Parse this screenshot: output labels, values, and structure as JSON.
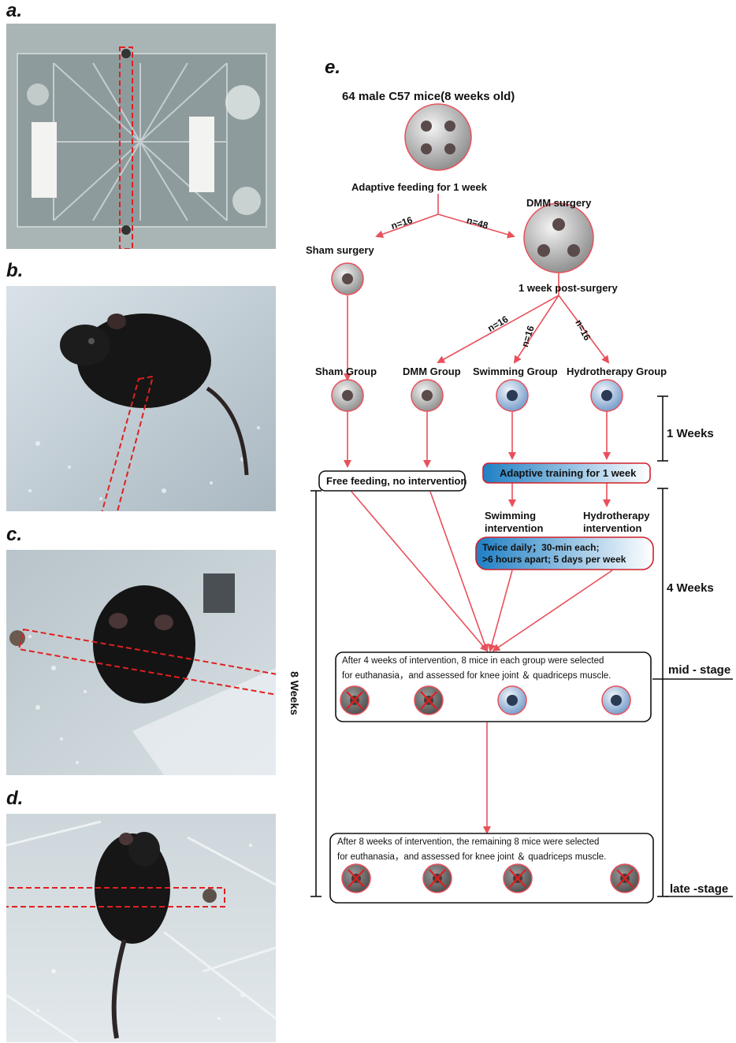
{
  "panels": {
    "a": "a.",
    "b": "b.",
    "c": "c.",
    "d": "d.",
    "e": "e."
  },
  "flowchart": {
    "title": "64 male C57 mice(8 weeks old)",
    "adaptive_feeding": "Adaptive feeding for 1 week",
    "n_sham": "n=16",
    "n_dmm": "n=48",
    "dmm_surgery": "DMM surgery",
    "sham_surgery": "Sham surgery",
    "post_surgery": "1 week post-surgery",
    "n_split_1": "n=16",
    "n_split_2": "n=16",
    "n_split_3": "n=16",
    "groups": {
      "sham": "Sham Group",
      "dmm": "DMM Group",
      "swimming": "Swimming Group",
      "hydro": "Hydrotherapy Group"
    },
    "free_feeding": "Free feeding, no intervention",
    "adaptive_training": "Adaptive training for 1 week",
    "swim_intervention_1": "Swimming",
    "swim_intervention_2": "intervention",
    "hydro_intervention_1": "Hydrotherapy",
    "hydro_intervention_2": "intervention",
    "schedule_1": "Twice daily；30-min each;",
    "schedule_2": ">6 hours apart; 5 days per week",
    "mid_text_1": "After 4 weeks of intervention, 8 mice in each group were selected",
    "mid_text_2": "for euthanasia，and assessed for knee joint ＆ quadriceps muscle.",
    "late_text_1": "After 8 weeks of intervention, the remaining 8 mice were selected",
    "late_text_2": "for euthanasia，and assessed for knee joint ＆ quadriceps muscle.",
    "timeline": {
      "one_week": "1 Weeks",
      "four_weeks": "4 Weeks",
      "eight_weeks": "8 Weeks",
      "mid_stage": "mid - stage",
      "late_stage": "late -stage"
    }
  },
  "colors": {
    "arrow": "#e8505b",
    "box_red": "#d0202a",
    "gradient_blue": "#1f7fc4",
    "dashed": "#e02020"
  }
}
